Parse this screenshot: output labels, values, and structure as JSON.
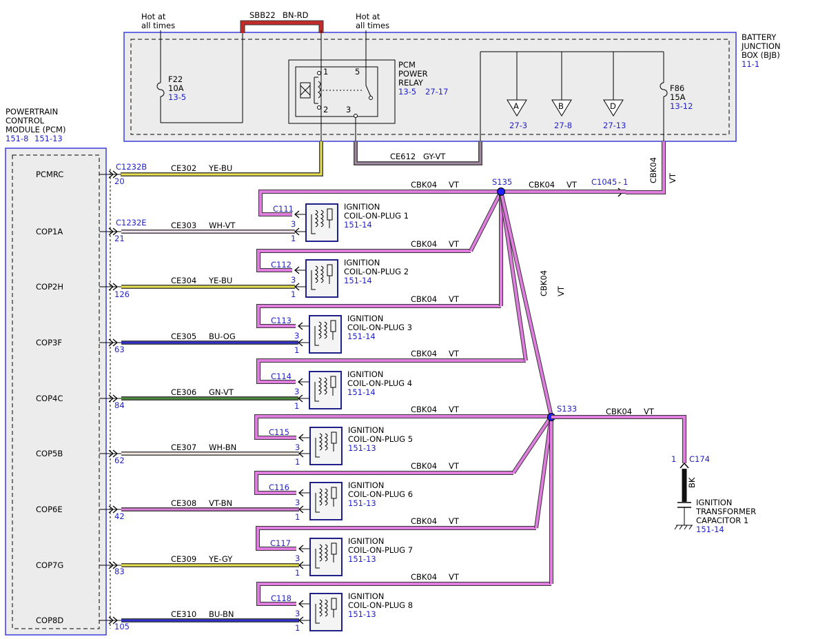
{
  "bjb": {
    "label1": "BATTERY",
    "label2": "JUNCTION",
    "label3": "BOX (BJB)",
    "ref": "11-1",
    "hot1a": "Hot at",
    "hot1b": "all times",
    "hot2a": "Hot at",
    "hot2b": "all times",
    "sbb_circuit": "SBB22",
    "sbb_color": "BN-RD",
    "f22_name": "F22",
    "f22_rating": "10A",
    "f22_ref": "13-5",
    "f86_name": "F86",
    "f86_rating": "15A",
    "f86_ref": "13-12",
    "relay_l1": "PCM",
    "relay_l2": "POWER",
    "relay_l3": "RELAY",
    "relay_ref1": "13-5",
    "relay_ref2": "27-17",
    "pin1": "1",
    "pin2": "2",
    "pin3": "3",
    "pin5": "5",
    "tri_a": "A",
    "tri_b": "B",
    "tri_d": "D",
    "tri_a_ref": "27-3",
    "tri_b_ref": "27-8",
    "tri_d_ref": "27-13",
    "ce612": "CE612",
    "ce612_color": "GY-VT"
  },
  "pcm": {
    "l1": "POWERTRAIN",
    "l2": "CONTROL",
    "l3": "MODULE (PCM)",
    "ref1": "151-8",
    "ref2": "151-13",
    "conn_b": "C1232B",
    "conn_e": "C1232E"
  },
  "pcm_pins": [
    {
      "name": "PCMRC",
      "pin": "20",
      "circuit": "CE302",
      "color": "YE-BU"
    },
    {
      "name": "COP1A",
      "pin": "21",
      "circuit": "CE303",
      "color": "WH-VT"
    },
    {
      "name": "COP2H",
      "pin": "126",
      "circuit": "CE304",
      "color": "YE-BU"
    },
    {
      "name": "COP3F",
      "pin": "63",
      "circuit": "CE305",
      "color": "BU-OG"
    },
    {
      "name": "COP4C",
      "pin": "84",
      "circuit": "CE306",
      "color": "GN-VT"
    },
    {
      "name": "COP5B",
      "pin": "62",
      "circuit": "CE307",
      "color": "WH-BN"
    },
    {
      "name": "COP6E",
      "pin": "42",
      "circuit": "CE308",
      "color": "VT-BN"
    },
    {
      "name": "COP7G",
      "pin": "83",
      "circuit": "CE309",
      "color": "YE-GY"
    },
    {
      "name": "COP8D",
      "pin": "105",
      "circuit": "CE310",
      "color": "BU-BN"
    }
  ],
  "coils": [
    {
      "conn": "C111",
      "l1": "IGNITION",
      "l2": "COIL-ON-PLUG 1",
      "ref": "151-14"
    },
    {
      "conn": "C112",
      "l1": "IGNITION",
      "l2": "COIL-ON-PLUG 2",
      "ref": "151-14"
    },
    {
      "conn": "C113",
      "l1": "IGNITION",
      "l2": "COIL-ON-PLUG 3",
      "ref": "151-14"
    },
    {
      "conn": "C114",
      "l1": "IGNITION",
      "l2": "COIL-ON-PLUG 4",
      "ref": "151-14"
    },
    {
      "conn": "C115",
      "l1": "IGNITION",
      "l2": "COIL-ON-PLUG 5",
      "ref": "151-13"
    },
    {
      "conn": "C116",
      "l1": "IGNITION",
      "l2": "COIL-ON-PLUG 6",
      "ref": "151-13"
    },
    {
      "conn": "C117",
      "l1": "IGNITION",
      "l2": "COIL-ON-PLUG 7",
      "ref": "151-13"
    },
    {
      "conn": "C118",
      "l1": "IGNITION",
      "l2": "COIL-ON-PLUG 8",
      "ref": "151-13"
    }
  ],
  "coil_pin3": "3",
  "coil_pin1": "1",
  "cbk": {
    "circuit": "CBK04",
    "color": "VT"
  },
  "splices": {
    "s135": "S135",
    "s133": "S133"
  },
  "c1045": "C1045",
  "c1045_pin": "1",
  "cap": {
    "conn": "C174",
    "pin": "1",
    "wire": "BK",
    "l1": "IGNITION",
    "l2": "TRANSFORMER",
    "l3": "CAPACITOR 1",
    "ref": "151-14"
  },
  "colors": {
    "vt": "#e07ee0",
    "wire_outline": "#555555",
    "blue": "#1f1fc8",
    "bjb_border": "#3b3bdd"
  }
}
